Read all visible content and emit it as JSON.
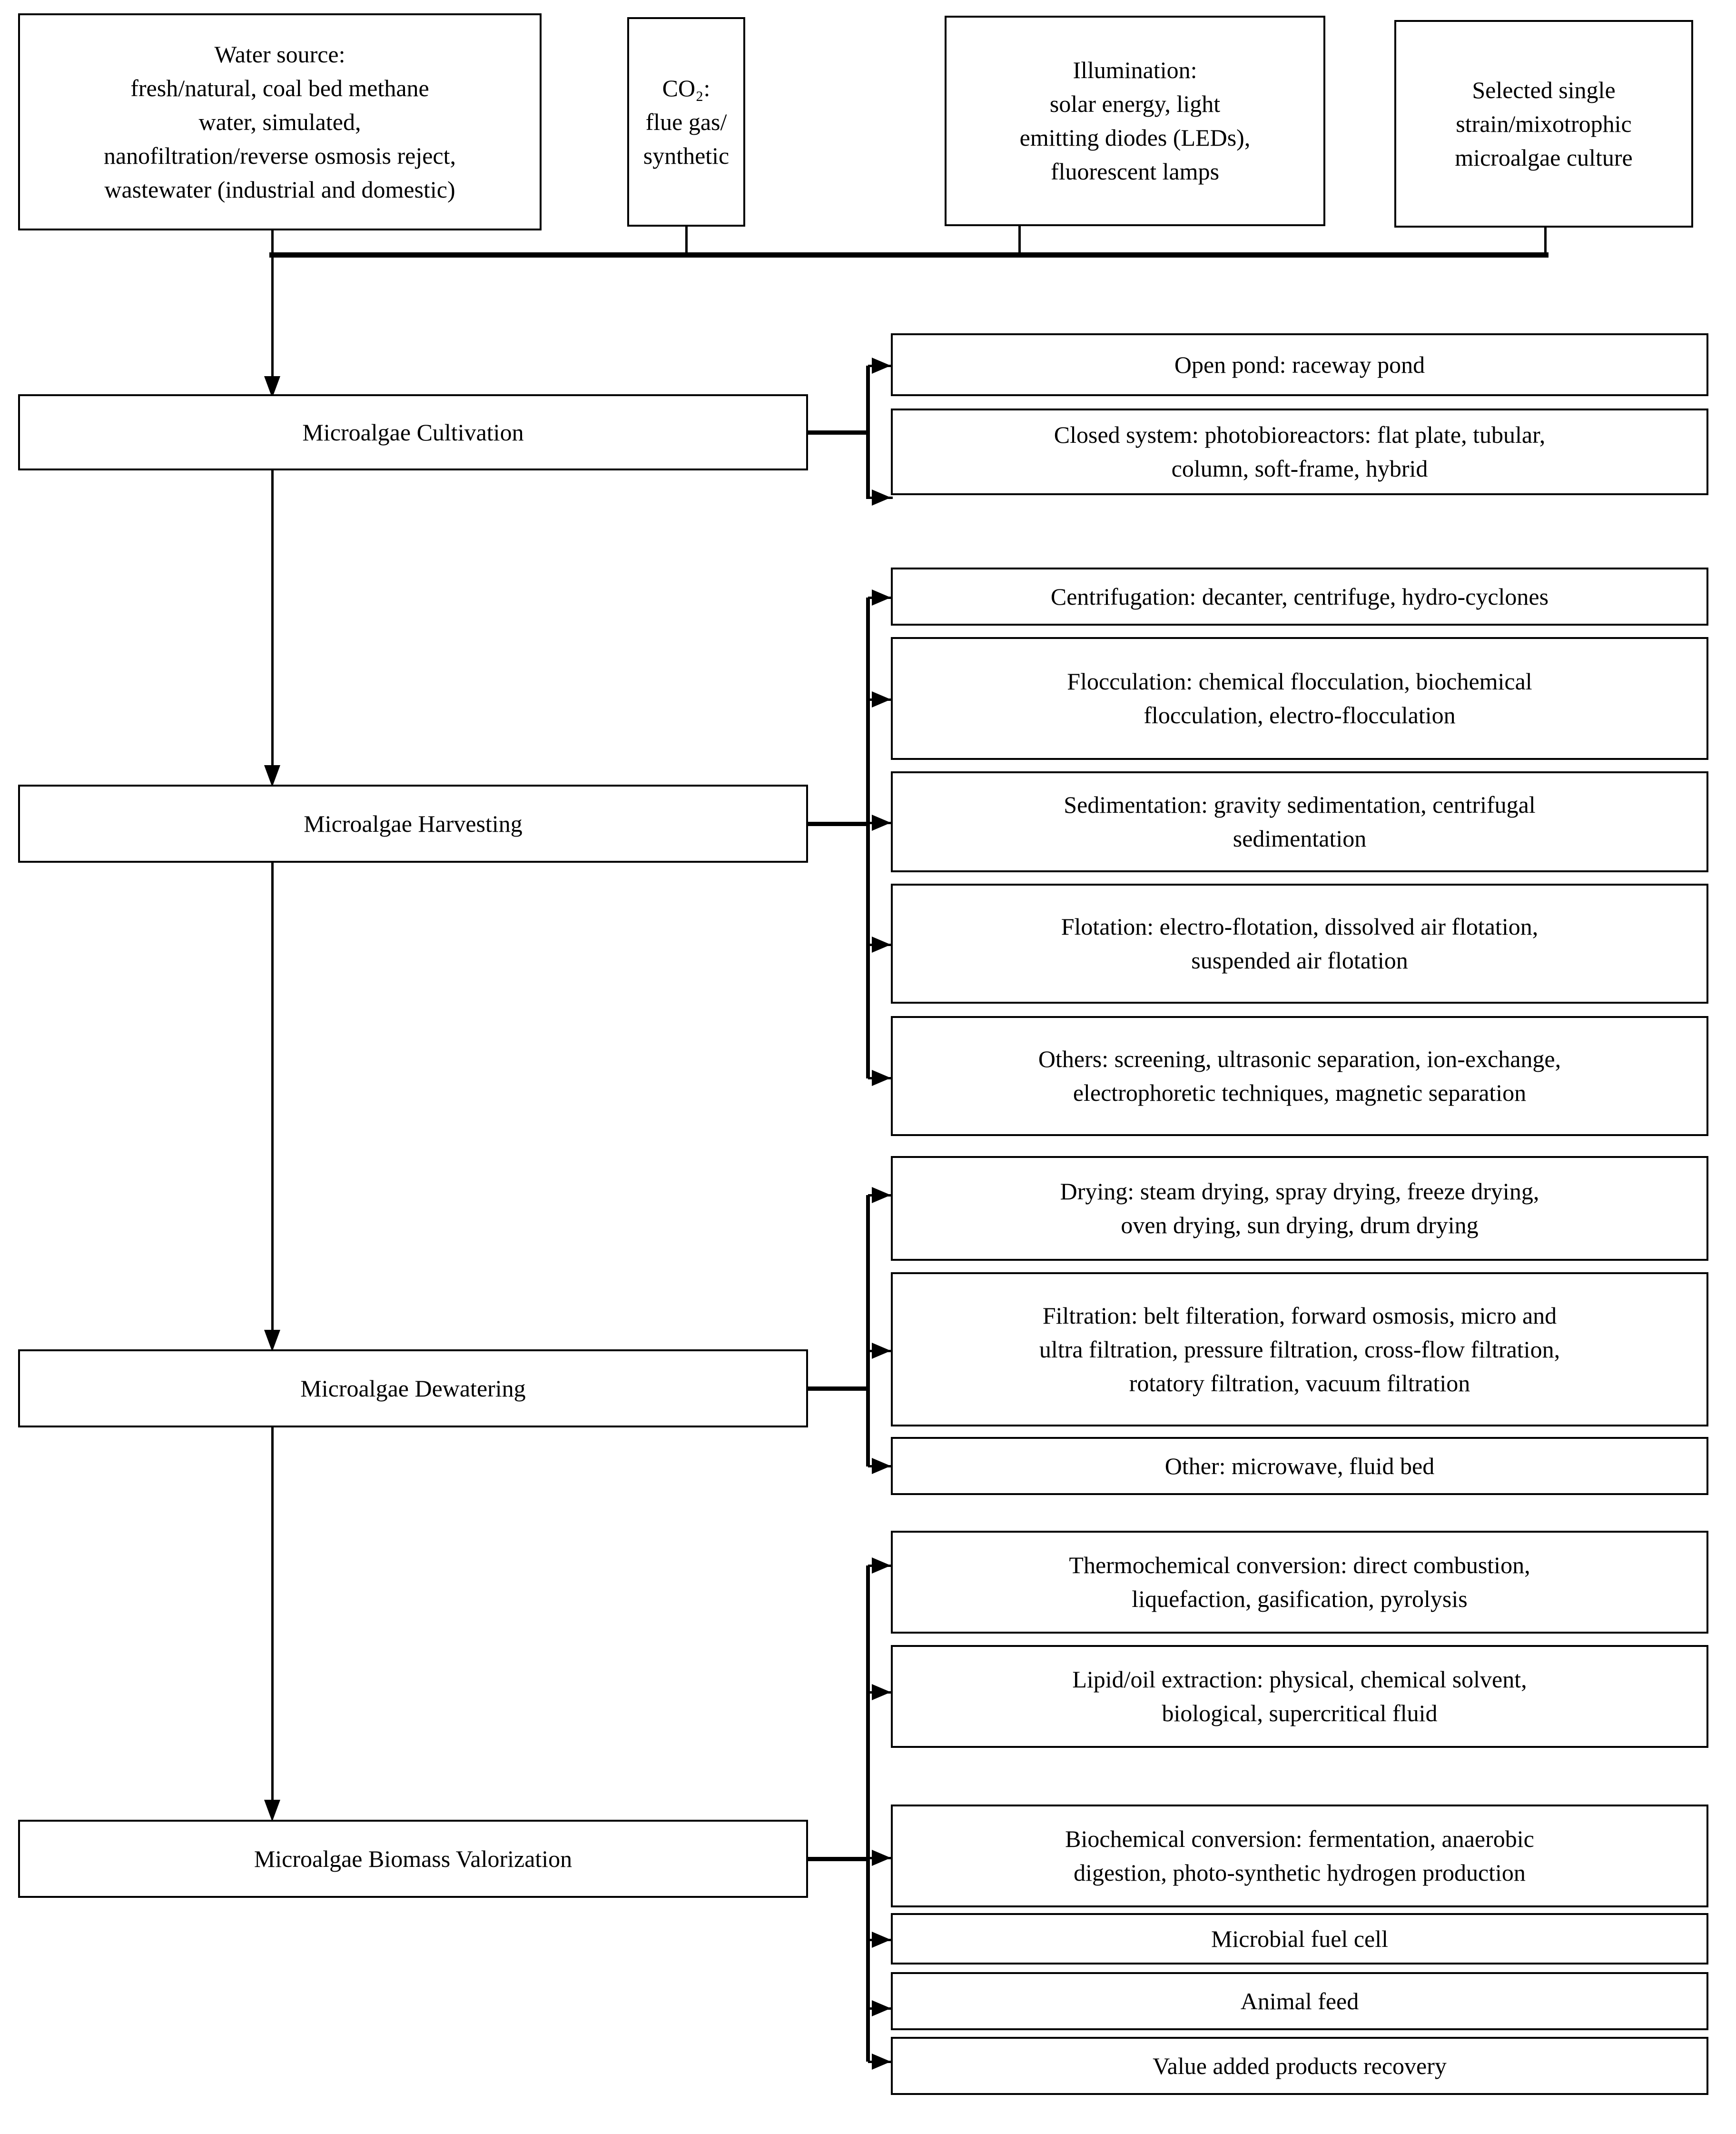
{
  "diagram": {
    "title": "Microalgae cultivation to biomass valorization process flowchart",
    "line_color": "#000000",
    "box_fill": "#ffffff"
  },
  "inputs": [
    {
      "id": "water-source",
      "label": "Water source:\nfresh/natural, coal bed methane\nwater, simulated,\nnanofiltration/reverse osmosis reject,\nwastewater (industrial and domestic)"
    },
    {
      "id": "co2",
      "label": "CO₂:\nflue gas/\nsynthetic"
    },
    {
      "id": "illumination",
      "label": "Illumination:\nsolar energy, light\nemitting diodes (LEDs),\nfluorescent lamps"
    },
    {
      "id": "culture",
      "label": "Selected single\nstrain/mixotrophic\nmicroalgae culture"
    }
  ],
  "stages": [
    {
      "id": "cultivation",
      "label": "Microalgae Cultivation",
      "options": [
        {
          "id": "open-pond",
          "label": "Open pond: raceway pond"
        },
        {
          "id": "closed-system",
          "label": "Closed system: photobioreactors: flat plate, tubular,\ncolumn, soft-frame, hybrid"
        }
      ]
    },
    {
      "id": "harvesting",
      "label": "Microalgae Harvesting",
      "options": [
        {
          "id": "centrifugation",
          "label": "Centrifugation: decanter, centrifuge, hydro-cyclones"
        },
        {
          "id": "flocculation",
          "label": "Flocculation: chemical flocculation, biochemical\nflocculation, electro-flocculation"
        },
        {
          "id": "sedimentation",
          "label": "Sedimentation: gravity sedimentation, centrifugal\nsedimentation"
        },
        {
          "id": "flotation",
          "label": "Flotation: electro-flotation, dissolved air flotation,\nsuspended air flotation"
        },
        {
          "id": "others-harvesting",
          "label": "Others: screening, ultrasonic separation, ion-exchange,\nelectrophoretic techniques, magnetic separation"
        }
      ]
    },
    {
      "id": "dewatering",
      "label": "Microalgae Dewatering",
      "options": [
        {
          "id": "drying",
          "label": "Drying: steam drying, spray drying, freeze drying,\noven drying, sun drying, drum drying"
        },
        {
          "id": "filtration",
          "label": "Filtration: belt filteration, forward osmosis, micro and\nultra filtration, pressure filtration, cross-flow filtration,\nrotatory filtration, vacuum filtration"
        },
        {
          "id": "other-dewatering",
          "label": "Other: microwave, fluid bed"
        }
      ]
    },
    {
      "id": "valorization",
      "label": "Microalgae Biomass Valorization",
      "options": [
        {
          "id": "thermochemical",
          "label": "Thermochemical conversion: direct combustion,\nliquefaction, gasification, pyrolysis"
        },
        {
          "id": "lipid-extraction",
          "label": "Lipid/oil extraction: physical, chemical solvent,\nbiological, supercritical fluid"
        },
        {
          "id": "biochemical",
          "label": "Biochemical conversion: fermentation, anaerobic\ndigestion, photo-synthetic hydrogen production"
        },
        {
          "id": "microbial-fuel-cell",
          "label": "Microbial fuel cell"
        },
        {
          "id": "animal-feed",
          "label": "Animal feed"
        },
        {
          "id": "value-added",
          "label": "Value added products recovery"
        }
      ]
    }
  ]
}
